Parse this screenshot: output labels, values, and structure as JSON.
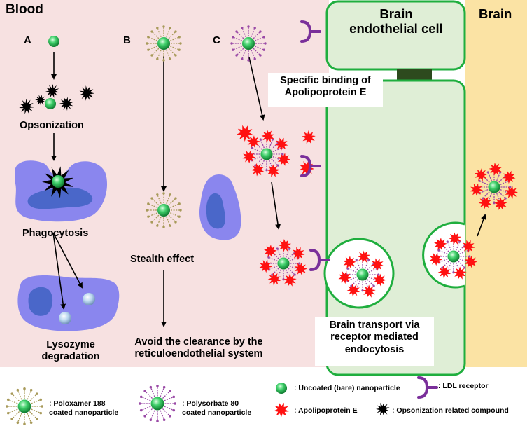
{
  "regions": {
    "blood": "Blood",
    "endothelial": "Brain\nendothelial cell",
    "brain": "Brain"
  },
  "panels": {
    "a": "A",
    "b": "B",
    "c": "C"
  },
  "steps": {
    "opsonization": "Opsonization",
    "phagocytosis": "Phagocytosis",
    "lysozyme": "Lysozyme\ndegradation",
    "stealth": "Stealth effect",
    "avoid": "Avoid the clearance by the\nreticuloendothelial system",
    "binding": "Specific binding of\nApolipoprotein E",
    "transport": "Brain transport via\nreceptor mediated\nendocytosis"
  },
  "legend": {
    "poloxamer": ": Poloxamer 188\ncoated nanoparticle",
    "polysorbate": ": Polysorbate 80\ncoated nanoparticle",
    "uncoated": ": Uncoated (bare) nanoparticle",
    "apoe": ": Apolipoprotein E",
    "ldl": ": LDL receptor",
    "opsonin": ": Opsonization related compound"
  },
  "colors": {
    "blood_bg": "#f7e1e1",
    "brain_bg": "#fbe3a4",
    "cell_fill": "#dfeed6",
    "cell_border": "#1fae3e",
    "junction": "#2d4a1e",
    "macrophage": "#8a86ee",
    "nucleus": "#4a67c9",
    "nanoparticle": "#22b14c",
    "poloxamer_ligand": "#a89a5a",
    "polysorbate_ligand": "#9a4aa6",
    "apoe": "#ff1111",
    "receptor": "#7a2f9a"
  }
}
